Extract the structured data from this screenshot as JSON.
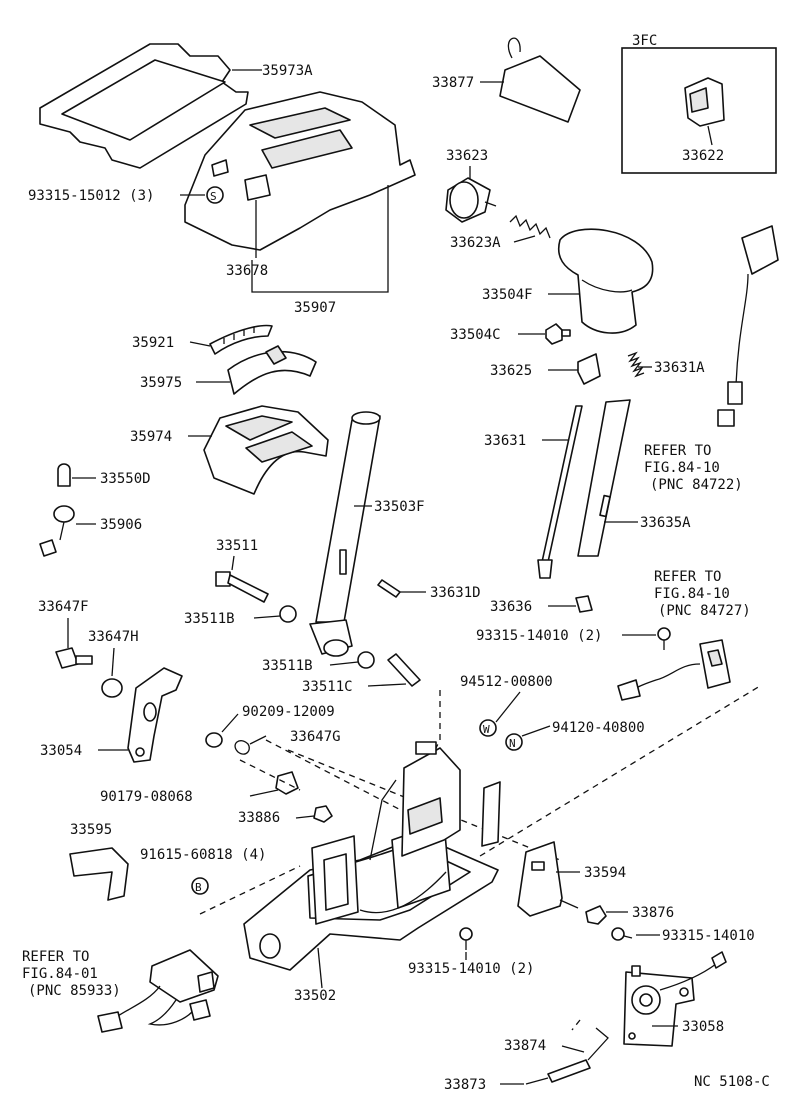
{
  "labels": {
    "p35973A": "35973A",
    "p93315_15012": "93315-15012 (3)",
    "p33678": "33678",
    "p35907": "35907",
    "p33877": "33877",
    "p3FC": "3FC",
    "p33622": "33622",
    "p33623": "33623",
    "p33623A": "33623A",
    "p33504F": "33504F",
    "p33504C": "33504C",
    "p35921": "35921",
    "p35975": "35975",
    "p35974": "35974",
    "p33550D": "33550D",
    "p35906": "35906",
    "p33625": "33625",
    "p33631A": "33631A",
    "p33631": "33631",
    "p33635A": "33635A",
    "p33503F": "33503F",
    "p33511": "33511",
    "p33511B_a": "33511B",
    "p33631D": "33631D",
    "p33636": "33636",
    "p93315_14010_2a": "93315-14010 (2)",
    "p33647F": "33647F",
    "p33647H": "33647H",
    "p33511B_b": "33511B",
    "p33511C": "33511C",
    "p94512": "94512-00800",
    "p94120": "94120-40800",
    "p90209": "90209-12009",
    "p33647G": "33647G",
    "p33054": "33054",
    "p90179": "90179-08068",
    "p33886": "33886",
    "p33595": "33595",
    "p91615": "91615-60818 (4)",
    "p33594": "33594",
    "p33876": "33876",
    "p93315_14010": "93315-14010",
    "p93315_14010_2b": "93315-14010 (2)",
    "p33502": "33502",
    "p33874": "33874",
    "p33058": "33058",
    "p33873": "33873",
    "code": "NC 5108-C"
  },
  "refs": {
    "ref1_line1": "REFER TO",
    "ref1_line2": "FIG.84-10",
    "ref1_line3": "(PNC 84722)",
    "ref2_line1": "REFER TO",
    "ref2_line2": "FIG.84-10",
    "ref2_line3": "(PNC 84727)",
    "ref3_line1": "REFER TO",
    "ref3_line2": "FIG.84-01",
    "ref3_line3": "(PNC 85933)"
  },
  "markers": {
    "s": "S",
    "w": "W",
    "n": "N",
    "b": "B"
  }
}
